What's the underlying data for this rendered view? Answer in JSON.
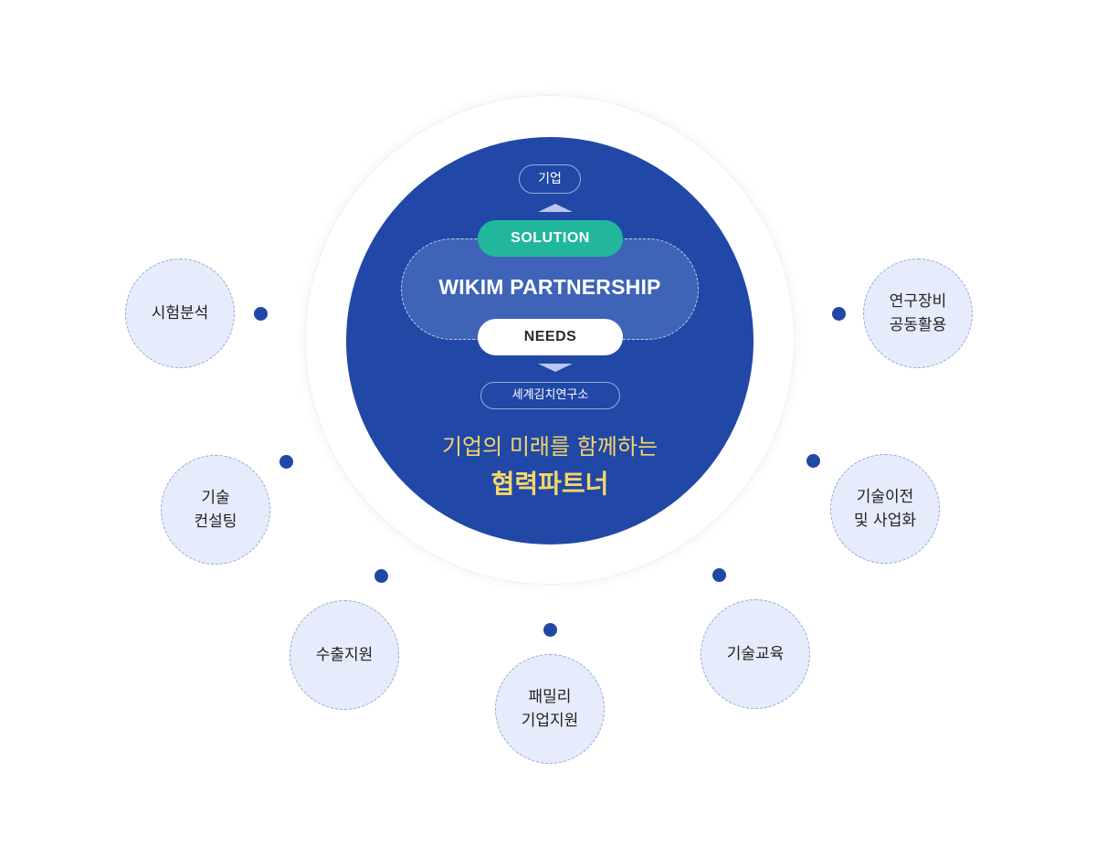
{
  "center": {
    "top_label": "기업",
    "bottom_label": "세계김치연구소",
    "solution": "SOLUTION",
    "needs": "NEEDS",
    "title": "WIKIM PARTNERSHIP",
    "tagline": "기업의 미래를 함께하는",
    "tagline_strong": "협력파트너"
  },
  "services": [
    {
      "lines": [
        "시험분석"
      ]
    },
    {
      "lines": [
        "연구장비",
        "공동활용"
      ]
    },
    {
      "lines": [
        "기술",
        "컨설팅"
      ]
    },
    {
      "lines": [
        "기술이전",
        "및 사업화"
      ]
    },
    {
      "lines": [
        "수출지원"
      ]
    },
    {
      "lines": [
        "기술교육"
      ]
    },
    {
      "lines": [
        "패밀리",
        "기업지원"
      ]
    }
  ],
  "colors": {
    "primary": "#2148a6",
    "solution": "#22b79c",
    "tagline": "#f5d66a",
    "node_fill": "#e6ecfb"
  }
}
